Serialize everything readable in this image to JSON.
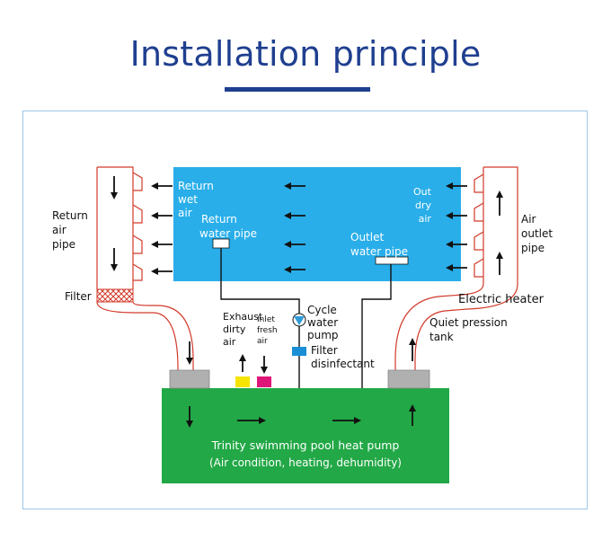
{
  "title": "Installation principle",
  "labels": {
    "return_air_pipe": [
      "Return",
      "air",
      "pipe"
    ],
    "filter": "Filter",
    "return_wet_air": [
      "Return",
      "wet",
      "air"
    ],
    "return_water_pipe": [
      "Return",
      "water pipe"
    ],
    "out_dry_air": [
      "Out",
      "dry",
      "air"
    ],
    "outlet_water_pipe": [
      "Outlet",
      "water pipe"
    ],
    "air_outlet_pipe": [
      "Air",
      "outlet",
      "pipe"
    ],
    "electric_heater": "Electric heater",
    "quiet_pression_tank": [
      "Quiet pression",
      "tank"
    ],
    "exhaust_dirty_air": [
      "Exhaust",
      "dirty",
      "air"
    ],
    "inlet_fresh_air": [
      "Inlet",
      "fresh",
      "air"
    ],
    "cycle_water_pump": [
      "Cycle",
      "water",
      "pump"
    ],
    "filter_disinfectant": [
      "Filter",
      "disinfectant"
    ],
    "heat_pump_name": "Trinity swimming pool heat pump",
    "heat_pump_modes": "(Air condition, heating, dehumidity)"
  },
  "colors": {
    "title": "#1f3f8f",
    "pool_room": "#29aeea",
    "heat_pump": "#22a846",
    "duct": "#d23a2a",
    "exhaust_marker": "#f5e400",
    "inlet_marker": "#e0157a",
    "filter_block": "#1b8fd6"
  }
}
